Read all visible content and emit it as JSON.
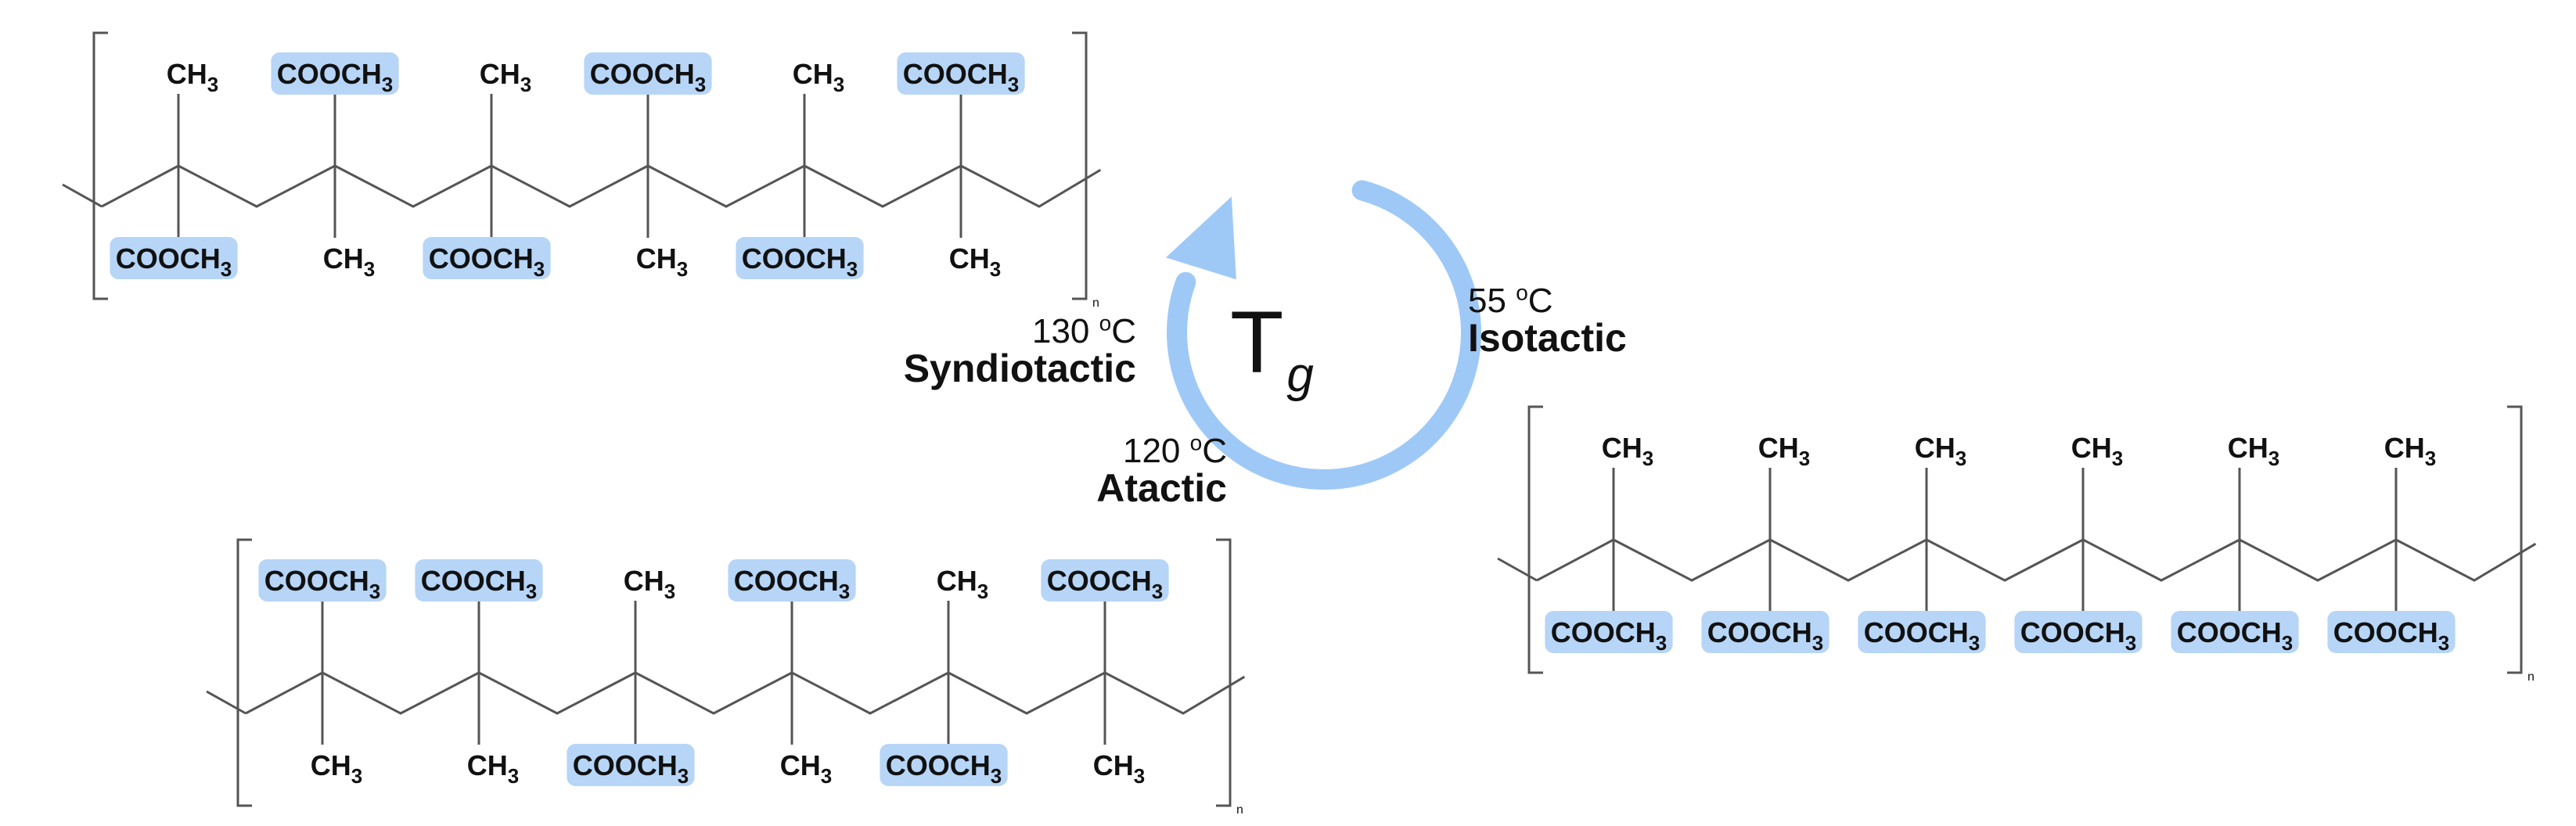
{
  "groups": {
    "methyl": "CH3",
    "ester": "COOCH3",
    "colors": {
      "highlight": "#b6d5f7",
      "bond": "#555555",
      "arrow": "#9ec9f7",
      "text": "#111111"
    }
  },
  "repeat_label": "n",
  "cycle": {
    "symbol": "T",
    "subscript": "g",
    "arrow_icon": "circular-arrow-icon"
  },
  "tacticity": {
    "syndiotactic": {
      "name": "Syndiotactic",
      "temperature": "130",
      "degree": "o",
      "unit": "C"
    },
    "atactic": {
      "name": "Atactic",
      "temperature": "120",
      "degree": "o",
      "unit": "C"
    },
    "isotactic": {
      "name": "Isotactic",
      "temperature": "55",
      "degree": "o",
      "unit": "C"
    }
  },
  "chains": {
    "syndiotactic": [
      {
        "up": "CH3",
        "down": "COOCH3"
      },
      {
        "up": "COOCH3",
        "down": "CH3"
      },
      {
        "up": "CH3",
        "down": "COOCH3"
      },
      {
        "up": "COOCH3",
        "down": "CH3"
      },
      {
        "up": "CH3",
        "down": "COOCH3"
      },
      {
        "up": "COOCH3",
        "down": "CH3"
      }
    ],
    "atactic": [
      {
        "up": "COOCH3",
        "down": "CH3"
      },
      {
        "up": "COOCH3",
        "down": "CH3"
      },
      {
        "up": "CH3",
        "down": "COOCH3"
      },
      {
        "up": "COOCH3",
        "down": "CH3"
      },
      {
        "up": "CH3",
        "down": "COOCH3"
      },
      {
        "up": "COOCH3",
        "down": "CH3"
      }
    ],
    "isotactic": [
      {
        "up": "CH3",
        "down": "COOCH3"
      },
      {
        "up": "CH3",
        "down": "COOCH3"
      },
      {
        "up": "CH3",
        "down": "COOCH3"
      },
      {
        "up": "CH3",
        "down": "COOCH3"
      },
      {
        "up": "CH3",
        "down": "COOCH3"
      },
      {
        "up": "CH3",
        "down": "COOCH3"
      }
    ]
  }
}
